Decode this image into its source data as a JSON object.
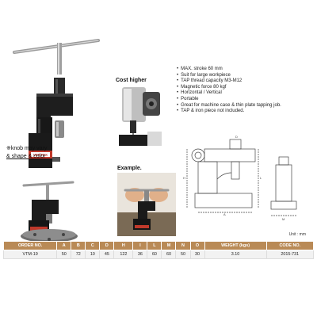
{
  "features": [
    "MAX. stroke 60 mm",
    "Suit for large workpiece",
    "TAP thread capacity M3-M12",
    "Magnetic force 80 kgf",
    "Horizontal / Vertical",
    "Portable",
    "Great for machine case & thin plate tapping job.",
    "TAP & iron piece not included."
  ],
  "labels": {
    "cost_higher": "Cost higher",
    "example": "Example.",
    "knob_note_line1": "※knob may vary",
    "knob_note_line2": "& shape & color",
    "unit": "Unit : mm",
    "brand": "VERTEX"
  },
  "table": {
    "headers": [
      "ORDER NO.",
      "A",
      "B",
      "C",
      "D",
      "H",
      "I",
      "L",
      "M",
      "N",
      "O",
      "WEIGHT (kgs)",
      "CODE NO."
    ],
    "rows": [
      [
        "VTM-19",
        "50",
        "72",
        "10",
        "45",
        "122",
        "36",
        "60",
        "60",
        "50",
        "30",
        "3.10",
        "2015-731"
      ]
    ]
  },
  "colors": {
    "header_bg": "#b98a56",
    "magnet_red": "#c0392b",
    "tool_black": "#1b1b1b"
  }
}
